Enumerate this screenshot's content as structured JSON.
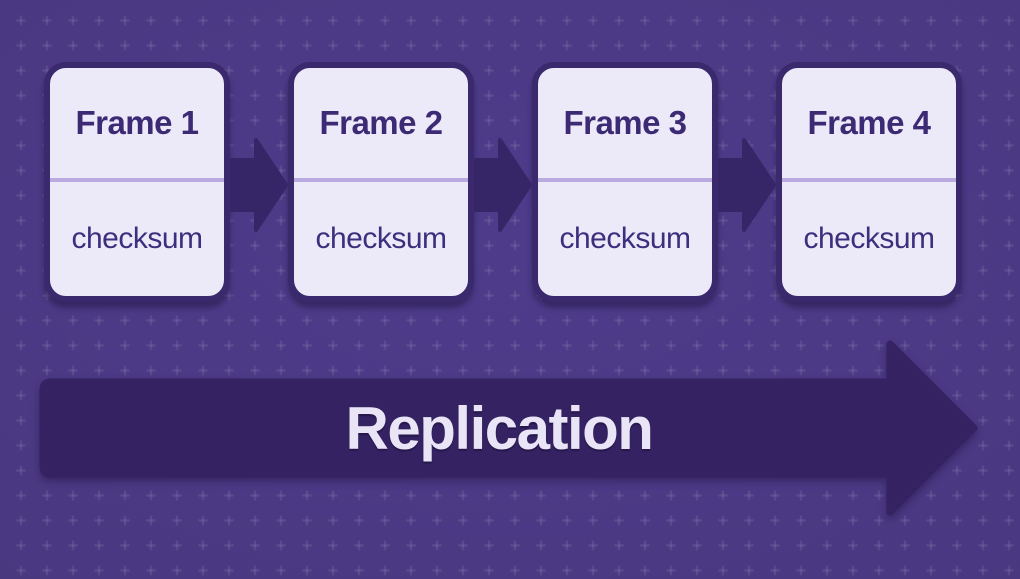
{
  "canvas": {
    "background_color": "#4a3882",
    "pattern": "plus-grid",
    "pattern_color": "#6f5fae"
  },
  "frames": [
    {
      "title": "Frame 1",
      "field": "checksum"
    },
    {
      "title": "Frame 2",
      "field": "checksum"
    },
    {
      "title": "Frame 3",
      "field": "checksum"
    },
    {
      "title": "Frame 4",
      "field": "checksum"
    }
  ],
  "connectors": {
    "count": 3,
    "color": "#372667"
  },
  "card_style": {
    "background": "#eceaf8",
    "border_color": "#3a296d",
    "title_color": "#3c2a75",
    "divider_color": "#b9abdf",
    "field_color": "#3d2e7e"
  },
  "flow_arrow": {
    "label": "Replication",
    "body_color": "#342262",
    "text_color": "#e9e5f6"
  }
}
